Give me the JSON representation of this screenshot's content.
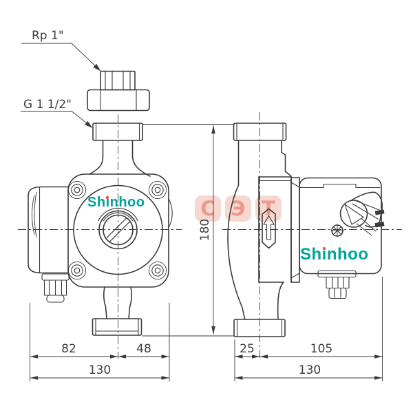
{
  "brand": "Shinhoo",
  "connection_labels": {
    "top_nut": "Rp 1\"",
    "union": "G 1 1/2\""
  },
  "dimensions": {
    "overall_height": "180",
    "front_left": "82",
    "front_right": "48",
    "front_width": "130",
    "side_left": "25",
    "side_right": "105",
    "side_depth": "130"
  },
  "watermark": {
    "letters": [
      "С",
      "Э",
      "Т"
    ]
  },
  "colors": {
    "line": "#3a3a3a",
    "dim_text": "#3d3d3d",
    "brand_teal": "#00a39a",
    "brand_red": "#ee4a1f",
    "watermark_tile": "#f6d8d0",
    "watermark_letter": "#eb9a8c",
    "background": "#ffffff"
  }
}
